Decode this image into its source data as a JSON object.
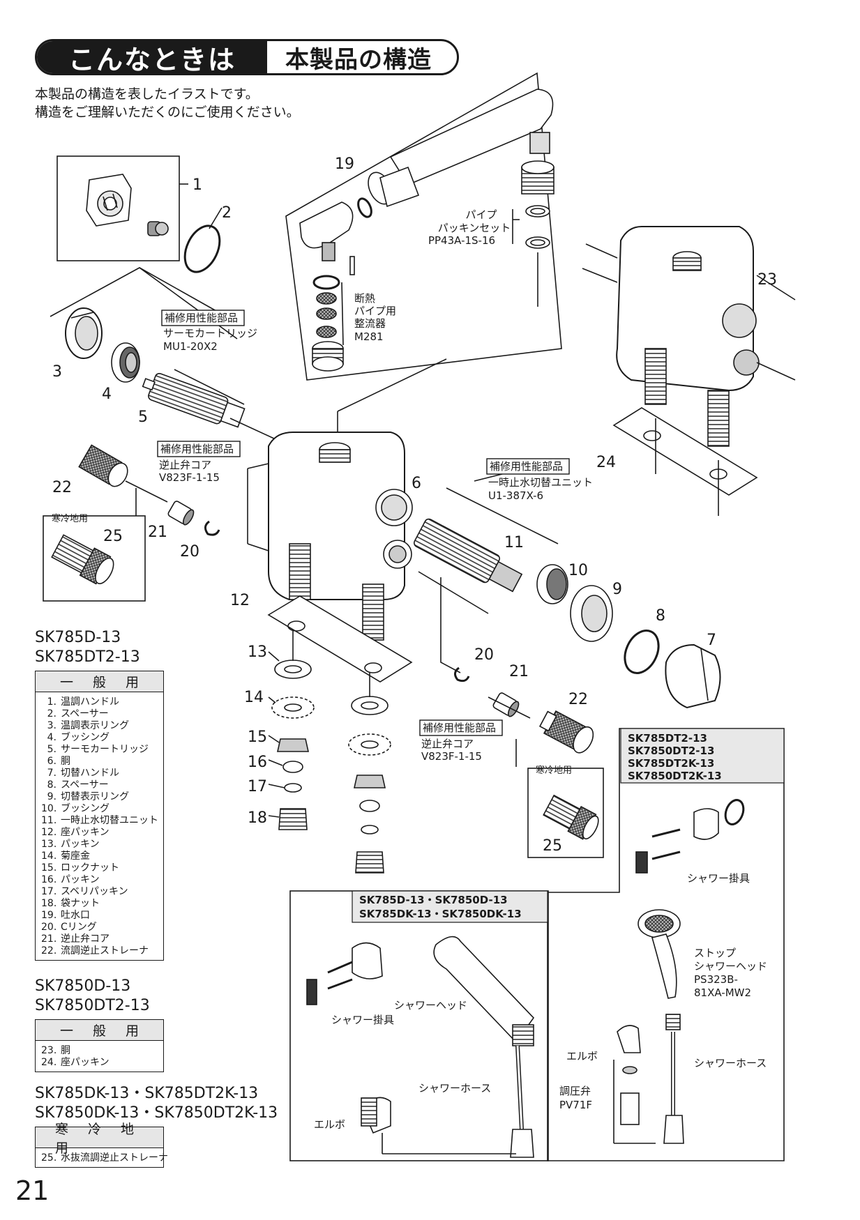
{
  "header": {
    "dark_label": "こんなときは",
    "title": "本製品の構造"
  },
  "intro": {
    "line1": "本製品の構造を表したイラストです。",
    "line2": "構造をご理解いただくのにご使用ください。"
  },
  "callouts": {
    "n1": "1",
    "n2": "2",
    "n3": "3",
    "n4": "4",
    "n5": "5",
    "n6": "6",
    "n7": "7",
    "n8": "8",
    "n9": "9",
    "n10": "10",
    "n11": "11",
    "n12": "12",
    "n13": "13",
    "n14": "14",
    "n15": "15",
    "n16": "16",
    "n17": "17",
    "n18": "18",
    "n19": "19",
    "n20a": "20",
    "n20b": "20",
    "n21a": "21",
    "n21b": "21",
    "n22a": "22",
    "n22b": "22",
    "n23": "23",
    "n24": "24",
    "n25a": "25",
    "n25b": "25"
  },
  "labels": {
    "repair_badge": "補修用性能部品",
    "thermo_name": "サーモカートリッジ",
    "thermo_code": "MU1-20X2",
    "check_name": "逆止弁コア",
    "check_code": "V823F-1-15",
    "switch_name": "一時止水切替ユニット",
    "switch_code": "U1-387X-6",
    "pipe1": "パイプ",
    "pipe2": "パッキンセット",
    "pipe_code": "PP43A-1S-16",
    "ins1": "断熱",
    "ins2": "パイプ用",
    "ins3": "整流器",
    "ins_code": "M281",
    "cold_region": "寒冷地用",
    "shower_holder": "シャワー掛具",
    "shower_head": "シャワーヘッド",
    "shower_hose": "シャワーホース",
    "elbow": "エルボ",
    "stop1": "ストップ",
    "stop2": "シャワーヘッド",
    "stop_code1": "PS323B-",
    "stop_code2": "81XA-MW2",
    "reg1": "調圧弁",
    "reg2": "PV71F"
  },
  "right_box": {
    "m1": "SK785DT2-13",
    "m2": "SK7850DT2-13",
    "m3": "SK785DT2K-13",
    "m4": "SK7850DT2K-13"
  },
  "center_box": {
    "line1": "SK785D-13・SK7850D-13",
    "line2": "SK785DK-13・SK7850DK-13"
  },
  "table1": {
    "model1": "SK785D-13",
    "model2": "SK785DT2-13",
    "header": "一般用",
    "rows": [
      {
        "n": "1.",
        "t": "温調ハンドル"
      },
      {
        "n": "2.",
        "t": "スペーサー"
      },
      {
        "n": "3.",
        "t": "温調表示リング"
      },
      {
        "n": "4.",
        "t": "ブッシング"
      },
      {
        "n": "5.",
        "t": "サーモカートリッジ"
      },
      {
        "n": "6.",
        "t": "胴"
      },
      {
        "n": "7.",
        "t": "切替ハンドル"
      },
      {
        "n": "8.",
        "t": "スペーサー"
      },
      {
        "n": "9.",
        "t": "切替表示リング"
      },
      {
        "n": "10.",
        "t": "ブッシング"
      },
      {
        "n": "11.",
        "t": "一時止水切替ユニット"
      },
      {
        "n": "12.",
        "t": "座パッキン"
      },
      {
        "n": "13.",
        "t": "パッキン"
      },
      {
        "n": "14.",
        "t": "菊座金"
      },
      {
        "n": "15.",
        "t": "ロックナット"
      },
      {
        "n": "16.",
        "t": "パッキン"
      },
      {
        "n": "17.",
        "t": "スベリパッキン"
      },
      {
        "n": "18.",
        "t": "袋ナット"
      },
      {
        "n": "19.",
        "t": "吐水口"
      },
      {
        "n": "20.",
        "t": "Cリング"
      },
      {
        "n": "21.",
        "t": "逆止弁コア"
      },
      {
        "n": "22.",
        "t": "流調逆止ストレーナ"
      }
    ]
  },
  "table2": {
    "model1": "SK7850D-13",
    "model2": "SK7850DT2-13",
    "header": "一般用",
    "rows": [
      {
        "n": "23.",
        "t": "胴"
      },
      {
        "n": "24.",
        "t": "座パッキン"
      }
    ]
  },
  "table3": {
    "model1": "SK785DK-13・SK785DT2K-13",
    "model2": "SK7850DK-13・SK7850DT2K-13",
    "header": "寒冷地用",
    "rows": [
      {
        "n": "25.",
        "t": "水抜流調逆止ストレーナ"
      }
    ]
  },
  "page_number": "21"
}
